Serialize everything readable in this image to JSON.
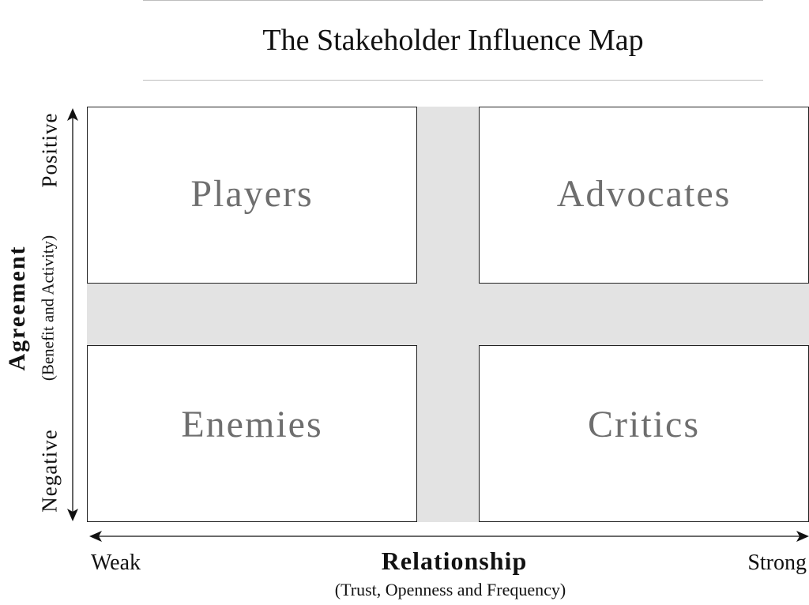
{
  "title": "The Stakeholder Influence Map",
  "quadrants": {
    "top_left": "Players",
    "top_right": "Advocates",
    "bottom_left": "Enemies",
    "bottom_right": "Critics"
  },
  "y_axis": {
    "label": "Agreement",
    "sublabel": "(Benefit and Activity)",
    "high": "Positive",
    "low": "Negative"
  },
  "x_axis": {
    "label": "Relationship",
    "sublabel": "(Trust, Openness and Frequency)",
    "low": "Weak",
    "high": "Strong"
  },
  "colors": {
    "band": "#e3e3e3",
    "quadrant_text": "#6e6e6e",
    "ink": "#111111",
    "rule": "#bdbdbd"
  }
}
